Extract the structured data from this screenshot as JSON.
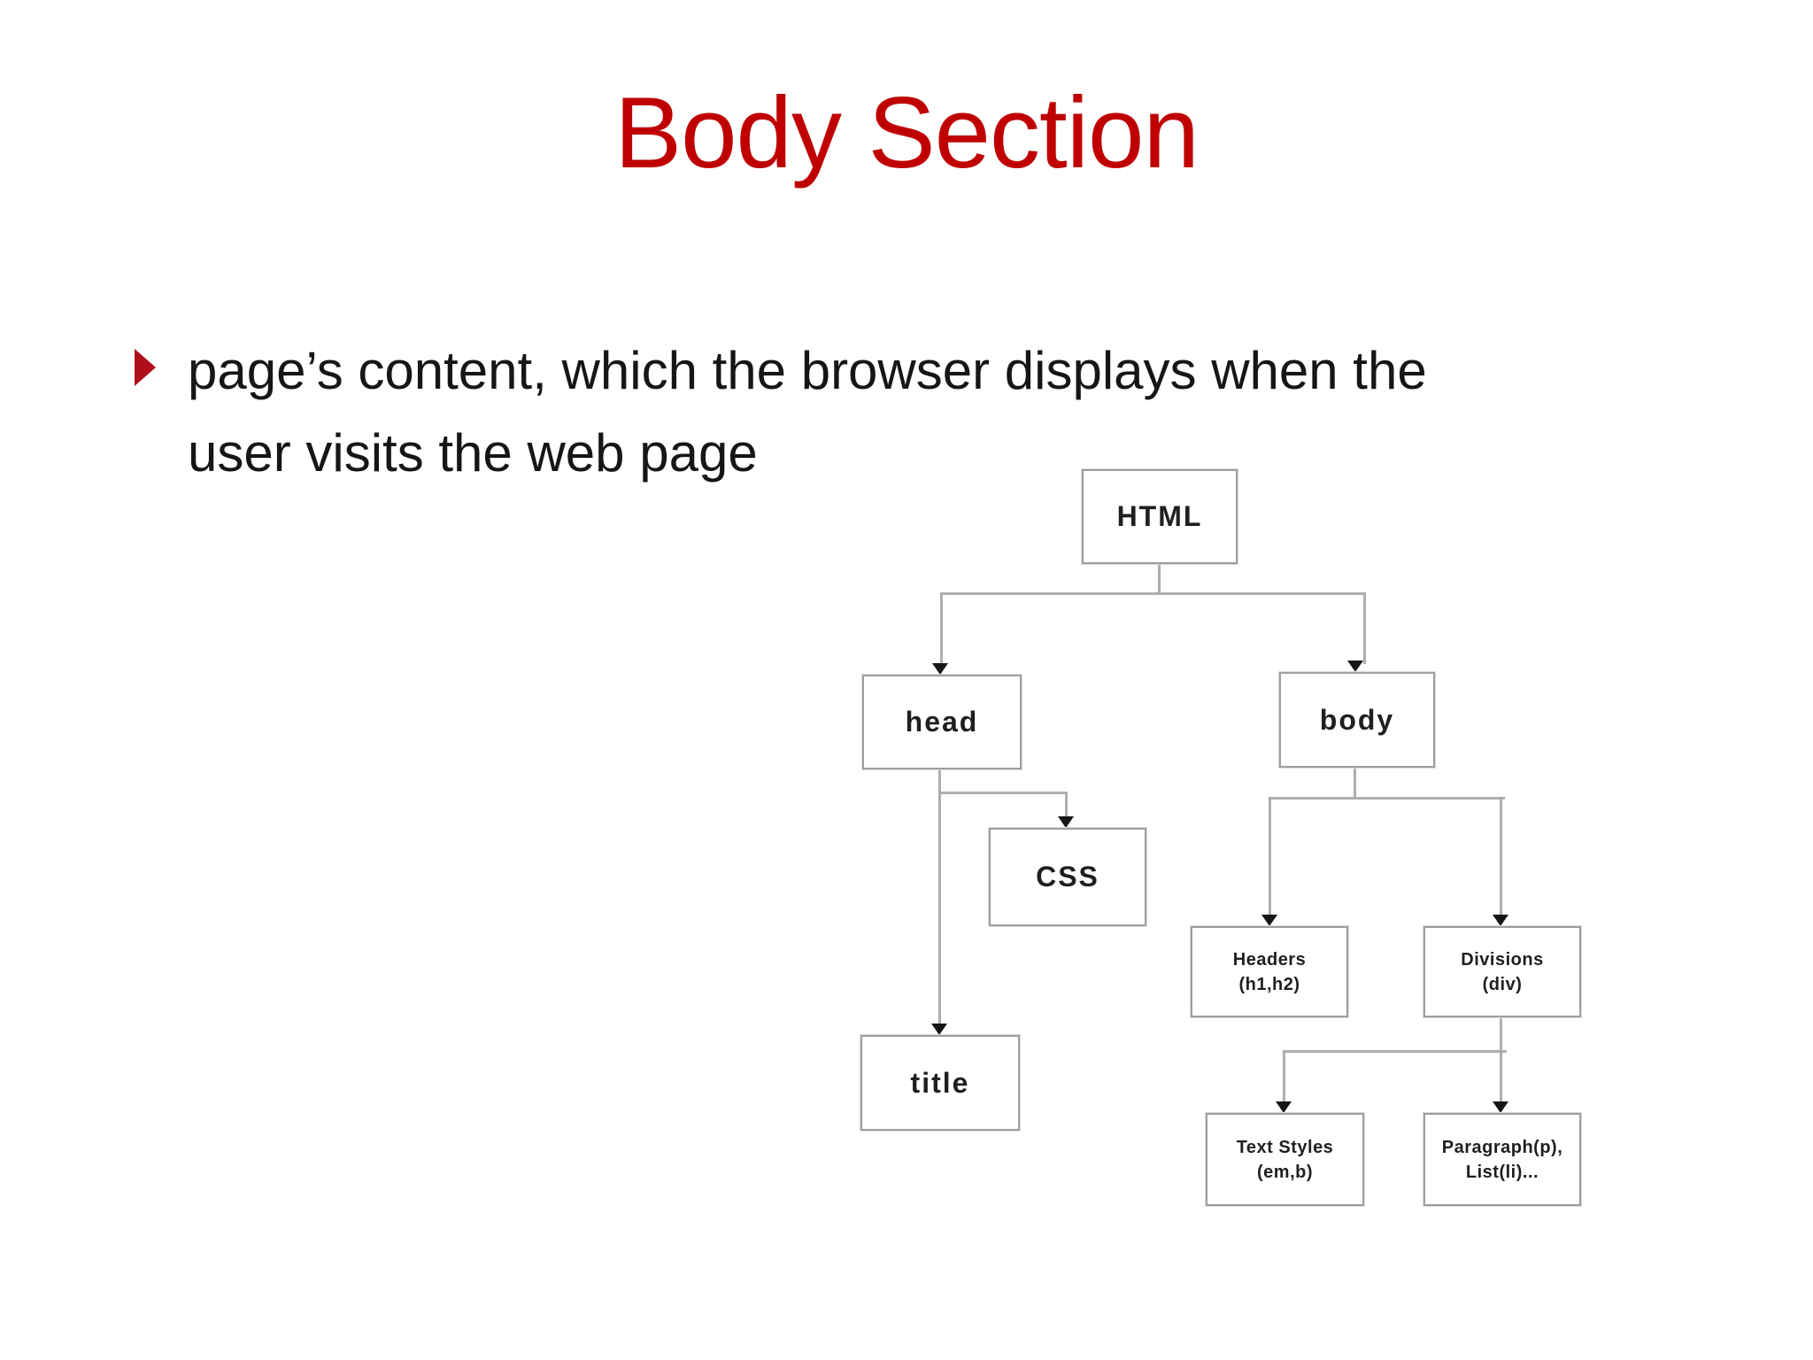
{
  "slide": {
    "title": "Body Section",
    "bullet": {
      "icon": "triangle-right-bullet-icon",
      "lines": [
        "page’s content, which the browser displays when the",
        "user visits the web page"
      ]
    }
  },
  "diagram": {
    "type": "tree",
    "nodes": [
      {
        "id": "html",
        "lines": [
          "HTML"
        ]
      },
      {
        "id": "head",
        "lines": [
          "head"
        ]
      },
      {
        "id": "body",
        "lines": [
          "body"
        ]
      },
      {
        "id": "css",
        "lines": [
          "CSS"
        ]
      },
      {
        "id": "title",
        "lines": [
          "title"
        ]
      },
      {
        "id": "headers",
        "lines": [
          "Headers",
          "(h1,h2)"
        ]
      },
      {
        "id": "divisions",
        "lines": [
          "Divisions",
          "(div)"
        ]
      },
      {
        "id": "textstyles",
        "lines": [
          "Text Styles",
          "(em,b)"
        ]
      },
      {
        "id": "paragraph",
        "lines": [
          "Paragraph(p),",
          "List(li)..."
        ]
      }
    ],
    "edges": [
      {
        "from": "html",
        "to": "head"
      },
      {
        "from": "html",
        "to": "body"
      },
      {
        "from": "head",
        "to": "css"
      },
      {
        "from": "head",
        "to": "title"
      },
      {
        "from": "body",
        "to": "headers"
      },
      {
        "from": "body",
        "to": "divisions"
      },
      {
        "from": "divisions",
        "to": "textstyles"
      },
      {
        "from": "divisions",
        "to": "paragraph"
      }
    ]
  },
  "colors": {
    "title_red": "#c00000",
    "bullet_red": "#b00f1a",
    "body_text": "#161616",
    "box_border": "#9e9e9e",
    "connector_gray": "#aeaeae",
    "arrowhead_black": "#161616",
    "background": "#ffffff"
  }
}
